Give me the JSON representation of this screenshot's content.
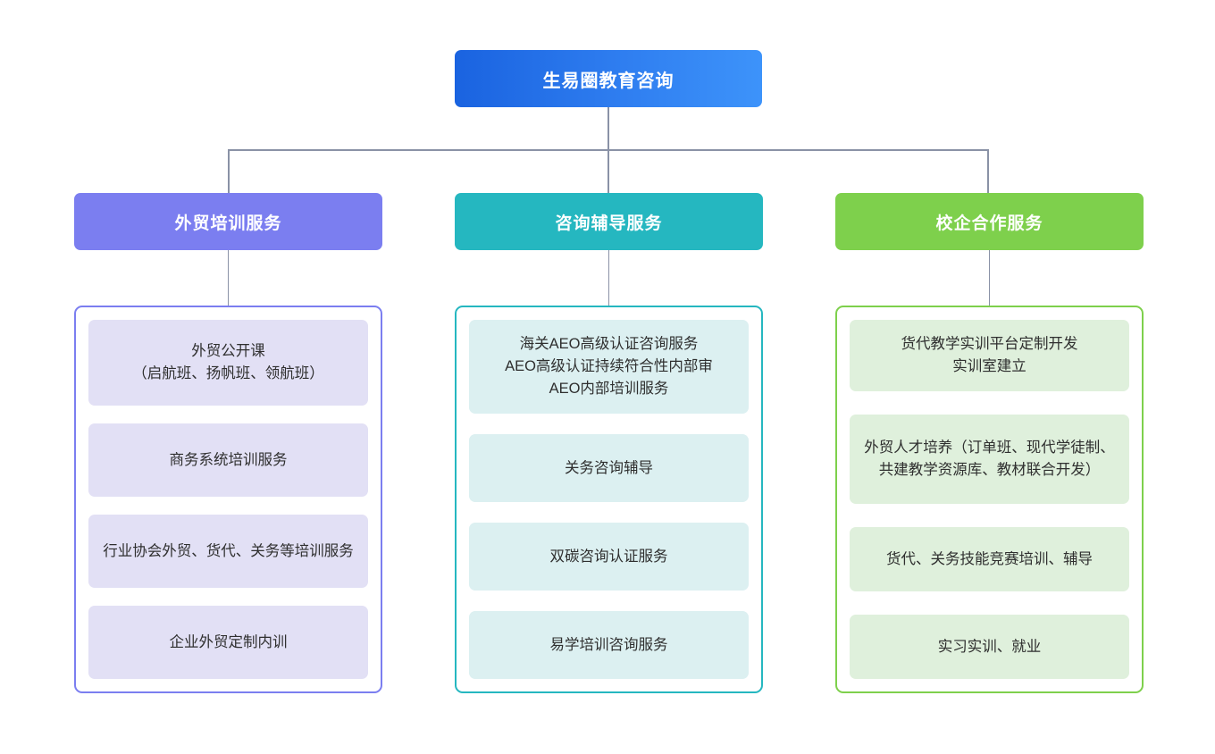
{
  "colors": {
    "root_gradient_start": "#1a63e0",
    "root_gradient_end": "#3d93fa",
    "connector": "#8a92a6",
    "category_0_accent": "#7b7ef0",
    "category_0_leaf_bg": "#e2e0f5",
    "category_1_accent": "#25b7c0",
    "category_1_leaf_bg": "#dcf0f1",
    "category_2_accent": "#7ed04c",
    "category_2_leaf_bg": "#dff0dc",
    "page_background": "#ffffff"
  },
  "root": {
    "label": "生易圈教育咨询"
  },
  "categories": [
    {
      "label": "外贸培训服务",
      "items": [
        {
          "label": "外贸公开课\n（启航班、扬帆班、领航班）"
        },
        {
          "label": "商务系统培训服务"
        },
        {
          "label": "行业协会外贸、货代、关务等培训服务"
        },
        {
          "label": "企业外贸定制内训"
        }
      ]
    },
    {
      "label": "咨询辅导服务",
      "items": [
        {
          "label": "海关AEO高级认证咨询服务\nAEO高级认证持续符合性内部审\nAEO内部培训服务"
        },
        {
          "label": "关务咨询辅导"
        },
        {
          "label": "双碳咨询认证服务"
        },
        {
          "label": "易学培训咨询服务"
        }
      ]
    },
    {
      "label": "校企合作服务",
      "items": [
        {
          "label": "货代教学实训平台定制开发\n实训室建立"
        },
        {
          "label": "外贸人才培养（订单班、现代学徒制、共建教学资源库、教材联合开发）"
        },
        {
          "label": "货代、关务技能竞赛培训、辅导"
        },
        {
          "label": "实习实训、就业"
        }
      ]
    }
  ]
}
